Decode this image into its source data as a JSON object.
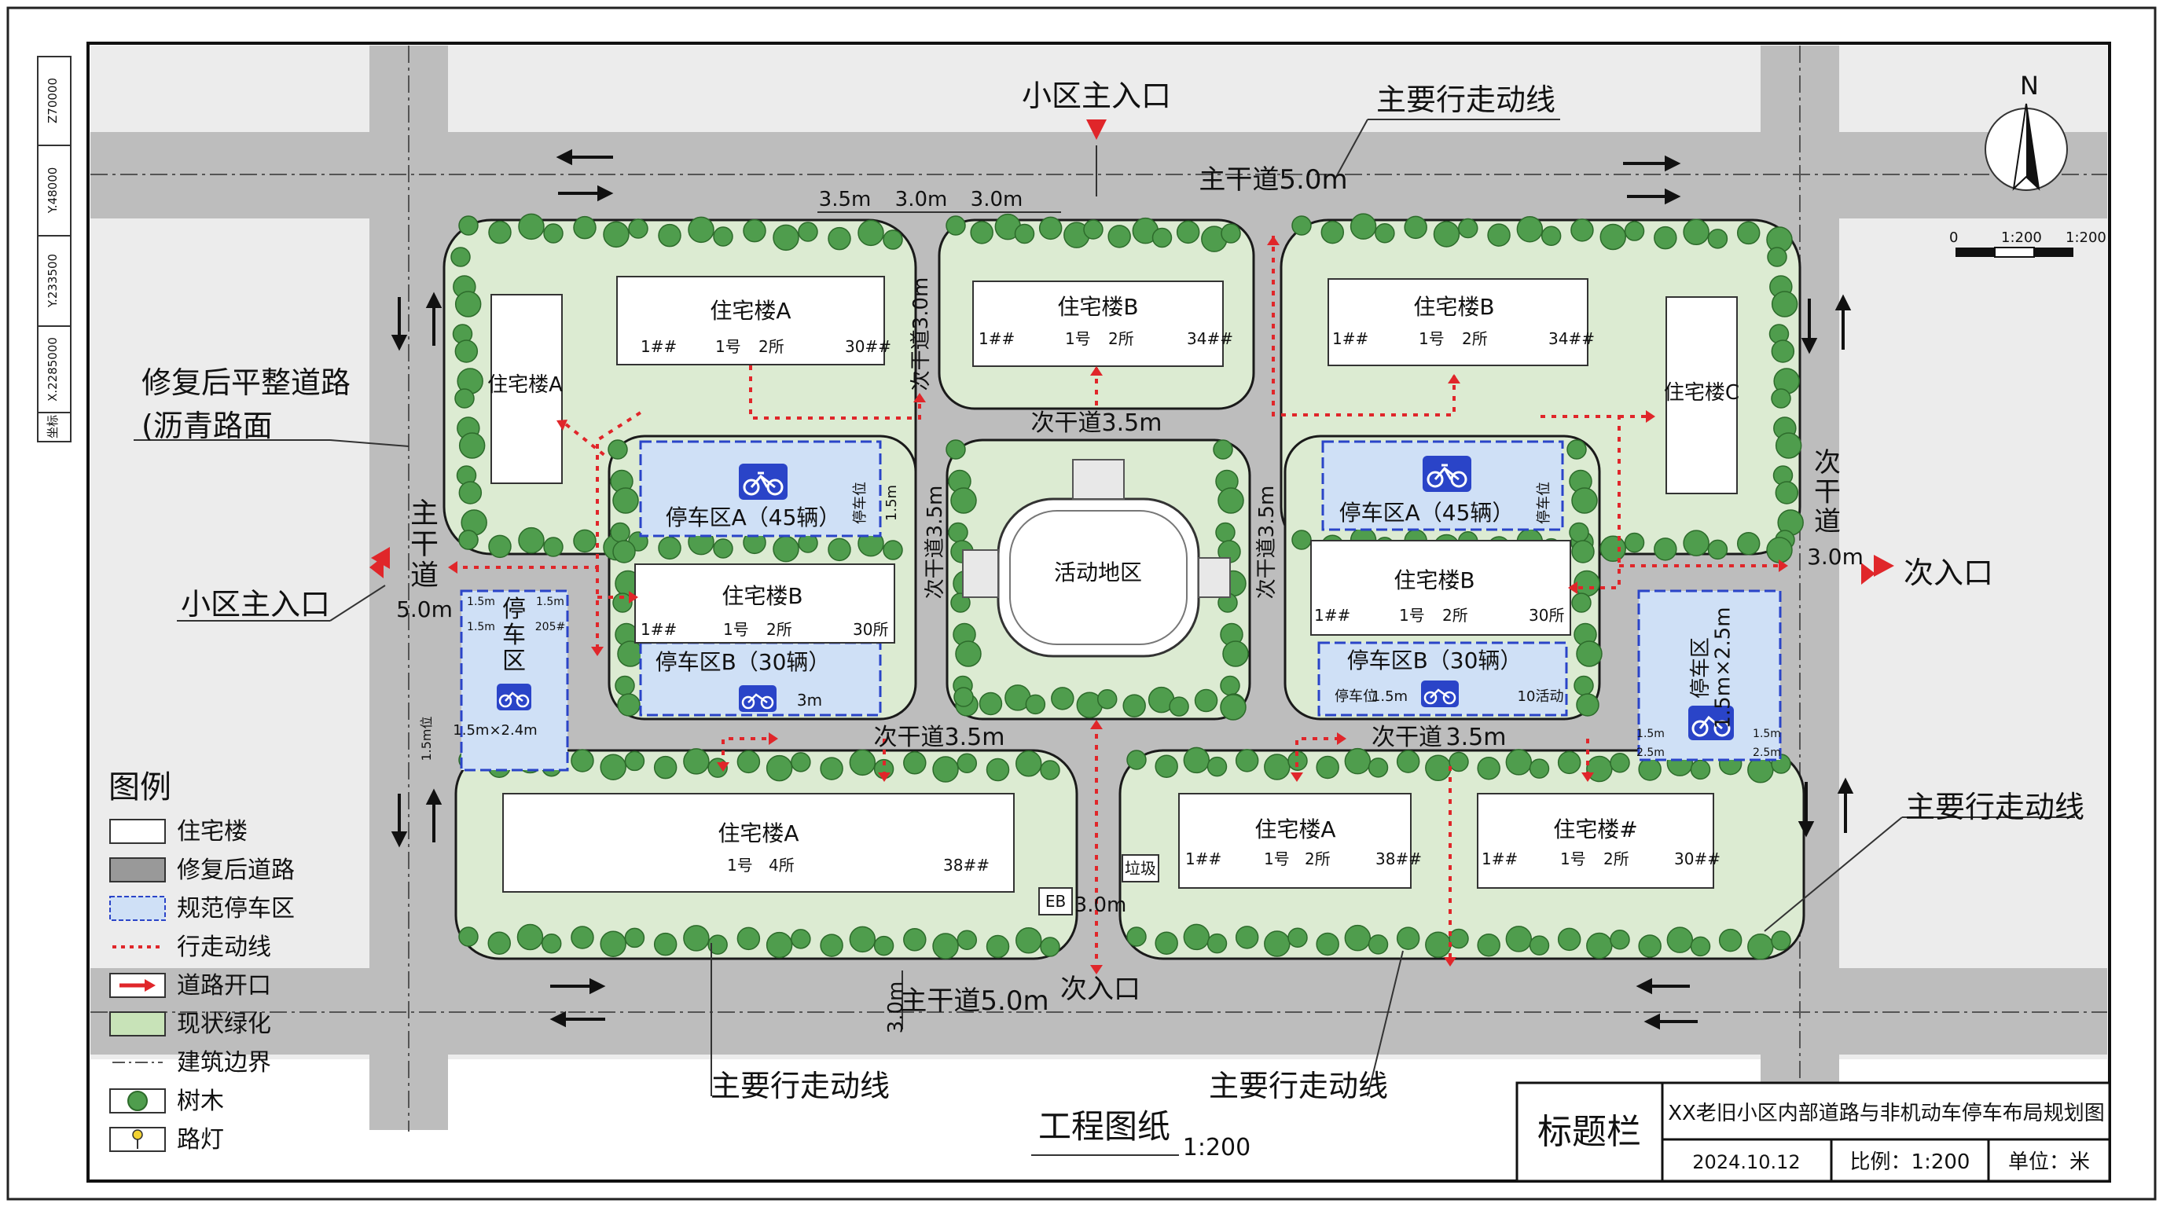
{
  "drawing": {
    "grid_labels": [
      "Z70000",
      "Y.48000",
      "Y.233500",
      "X.2285000",
      "坐标"
    ],
    "north": "N",
    "scale_bar": {
      "zero": "0",
      "mid": "1:200",
      "end": "1:200"
    }
  },
  "labels": {
    "main_entrance_top": "小区主入口",
    "main_walk_route_top": "主要行走动线",
    "main_road_top": "主干道5.0m",
    "dim_35_top": "3.5m",
    "dim_30_top_a": "3.0m",
    "dim_30_top_b": "3.0m",
    "repair_road_1": "修复后平整道路",
    "repair_road_2": "(沥青路面",
    "left_road": "主\n干\n道",
    "left_road_width": "5.0m",
    "main_entrance_left": "小区主入口",
    "secondary_road_top_center": "次干道3.5m",
    "secondary_road_left_v": "次干道3.0m",
    "secondary_road_mid_left_v": "次干道3.5m",
    "secondary_road_mid_right_v": "次干道3.5m",
    "secondary_road_right": "次\n干\n道",
    "secondary_road_right_width": "3.0m",
    "secondary_entrance_right": "次入口",
    "secondary_road_bottom_left": "次干道3.5m",
    "secondary_road_bottom_right_a": "次干道",
    "secondary_road_bottom_right_b": "3.5m",
    "main_walk_route_right": "主要行走动线",
    "main_road_bottom": "主干道5.0m",
    "dim_30_bottom": "3.0m",
    "secondary_entrance_bottom": "次入口",
    "main_walk_route_bottom_left": "主要行走动线",
    "main_walk_route_bottom_right": "主要行走动线",
    "drawing_title": "工程图纸",
    "drawing_scale": "1:200",
    "activity_area": "活动地区",
    "dim_30_gap": "3.0m",
    "trash_a": "垃圾",
    "trash_b": "EB"
  },
  "buildings": {
    "a_top": {
      "name": "住宅楼A",
      "c1": "1##",
      "c2": "1号",
      "c3": "2所",
      "c4": "30##"
    },
    "b_top": {
      "name": "住宅楼B",
      "c1": "1##",
      "c2": "1号",
      "c3": "2所",
      "c4": "34##"
    },
    "b_top_right": {
      "name": "住宅楼B",
      "c1": "1##",
      "c2": "1号",
      "c3": "2所",
      "c4": "34##"
    },
    "a_left": {
      "name": "住宅楼A"
    },
    "c_right": {
      "name": "住宅楼C"
    },
    "b_mid_left": {
      "name": "住宅楼B",
      "c1": "1##",
      "c2": "1号",
      "c3": "2所",
      "c4": "30所"
    },
    "b_mid_right": {
      "name": "住宅楼B",
      "c1": "1##",
      "c2": "1号",
      "c3": "2所",
      "c4": "30所"
    },
    "a_bottom": {
      "name": "住宅楼A",
      "c1": "1号",
      "c2": "4所",
      "c3": "38##"
    },
    "a_bottom_right": {
      "name": "住宅楼A",
      "c1": "1##",
      "c2": "1号",
      "c3": "2所",
      "c4": "38##"
    },
    "hash_bottom_right": {
      "name": "住宅楼#",
      "c1": "1##",
      "c2": "1号",
      "c3": "2所",
      "c4": "30##"
    }
  },
  "parking": {
    "a_left": {
      "name": "停车区A（45辆）",
      "note": "停车位",
      "dim": "1.5m"
    },
    "b_left": {
      "name": "停车区B（30辆）",
      "dim": "3m"
    },
    "a_right": {
      "name": "停车区A（45辆）",
      "note": "停车位"
    },
    "b_right": {
      "name": "停车区B（30辆）",
      "note": "停车位",
      "dim": "1.5m",
      "dim2": "10活动"
    },
    "left_strip": {
      "name": "停\n车\n区",
      "d1": "1.5m",
      "d2": "1.5m",
      "d3": "1.5m",
      "d4": "205#",
      "size": "1.5m×2.4m",
      "side": "1.5m位"
    },
    "right_strip": {
      "name": "停车区\n1.5m×2.5m",
      "d1": "1.5m",
      "d2": "2.5m",
      "d3": "1.5m",
      "d4": "2.5m",
      "prefix": "停车区"
    }
  },
  "legend": {
    "title": "图例",
    "items": [
      "住宅楼",
      "修复后道路",
      "规范停车区",
      "行走动线",
      "道路开口",
      "现状绿化",
      "建筑边界",
      "树木",
      "路灯"
    ]
  },
  "title_block": {
    "label": "标题栏",
    "project": "XX老旧小区内部道路与非机动车停车布局规划图",
    "date": "2024.10.12",
    "scale": "比例：1:200",
    "unit": "单位：米"
  },
  "colors": {
    "road": "#bdbdbd",
    "green": "#dcebd2",
    "parking": "#cfe0f6",
    "parking_border": "#2a44c8",
    "walk_line": "#e0262a",
    "tree": "#4f9d4d"
  }
}
